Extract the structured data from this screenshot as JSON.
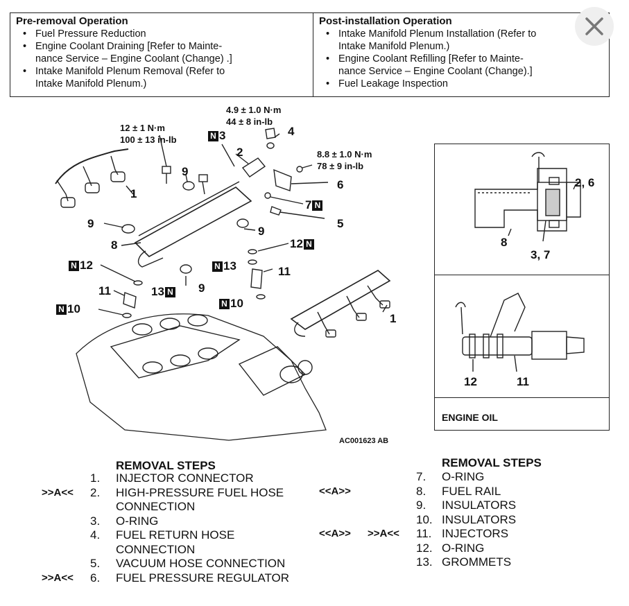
{
  "ops": {
    "pre_title": "Pre-removal Operation",
    "pre_items": [
      "Fuel Pressure Reduction",
      "Engine Coolant Draining [Refer to Mainte-",
      "nance Service – Engine Coolant (Change) .]",
      "Intake Manifold Plenum Removal (Refer to",
      "Intake Manifold Plenum.)"
    ],
    "post_title": "Post-installation Operation",
    "post_items": [
      "Intake Manifold Plenum Installation (Refer to",
      "Intake Manifold Plenum.)",
      "Engine Coolant Refilling [Refer to Mainte-",
      "nance Service – Engine Coolant (Change).]",
      "Fuel Leakage Inspection"
    ]
  },
  "close_icon": "close-icon",
  "torques": {
    "t1_nm": "12 ± 1 N·m",
    "t1_inlb": "100 ± 13 in-lb",
    "t2_nm": "4.9 ± 1.0 N·m",
    "t2_inlb": "44 ± 8 in-lb",
    "t3_nm": "8.8 ± 1.0 N·m",
    "t3_inlb": "78 ± 9 in-lb"
  },
  "nbadge": "N",
  "callouts": {
    "c1": "1",
    "c1b": "1",
    "c2": "2",
    "c3": "3",
    "c4": "4",
    "c5": "5",
    "c6": "6",
    "c7": "7",
    "c8": "8",
    "c9a": "9",
    "c9b": "9",
    "c9c": "9",
    "c9d": "9",
    "c10a": "10",
    "c10b": "10",
    "c11a": "11",
    "c11b": "11",
    "c12a": "12",
    "c12b": "12",
    "c13a": "13",
    "c13b": "13"
  },
  "figure_code": "AC001623 AB",
  "inset": {
    "top_label_26": "2, 6",
    "top_label_8": "8",
    "top_label_37": "3, 7",
    "bottom_label_12": "12",
    "bottom_label_11": "11",
    "engine_oil": "ENGINE OIL"
  },
  "removal_left": {
    "title": "REMOVAL STEPS",
    "rows": [
      {
        "mark": "",
        "num": "1.",
        "text": "INJECTOR CONNECTOR"
      },
      {
        "mark": ">>A<<",
        "num": "2.",
        "text": "HIGH-PRESSURE FUEL HOSE"
      },
      {
        "mark": "",
        "num": "",
        "text": "CONNECTION"
      },
      {
        "mark": "",
        "num": "3.",
        "text": "O-RING"
      },
      {
        "mark": "",
        "num": "4.",
        "text": "FUEL RETURN HOSE"
      },
      {
        "mark": "",
        "num": "",
        "text": "CONNECTION"
      },
      {
        "mark": "",
        "num": "5.",
        "text": "VACUUM HOSE CONNECTION"
      },
      {
        "mark": ">>A<<",
        "num": "6.",
        "text": "FUEL PRESSURE REGULATOR"
      }
    ]
  },
  "removal_right": {
    "title": "REMOVAL STEPS",
    "rows": [
      {
        "mark1": "",
        "mark2": "",
        "num": "7.",
        "text": "O-RING"
      },
      {
        "mark1": "<<A>>",
        "mark2": "",
        "num": "8.",
        "text": "FUEL RAIL"
      },
      {
        "mark1": "",
        "mark2": "",
        "num": "9.",
        "text": "INSULATORS"
      },
      {
        "mark1": "",
        "mark2": "",
        "num": "10.",
        "text": "INSULATORS"
      },
      {
        "mark1": "<<A>>",
        "mark2": ">>A<<",
        "num": "11.",
        "text": "INJECTORS"
      },
      {
        "mark1": "",
        "mark2": "",
        "num": "12.",
        "text": "O-RING"
      },
      {
        "mark1": "",
        "mark2": "",
        "num": "13.",
        "text": "GROMMETS"
      }
    ]
  }
}
